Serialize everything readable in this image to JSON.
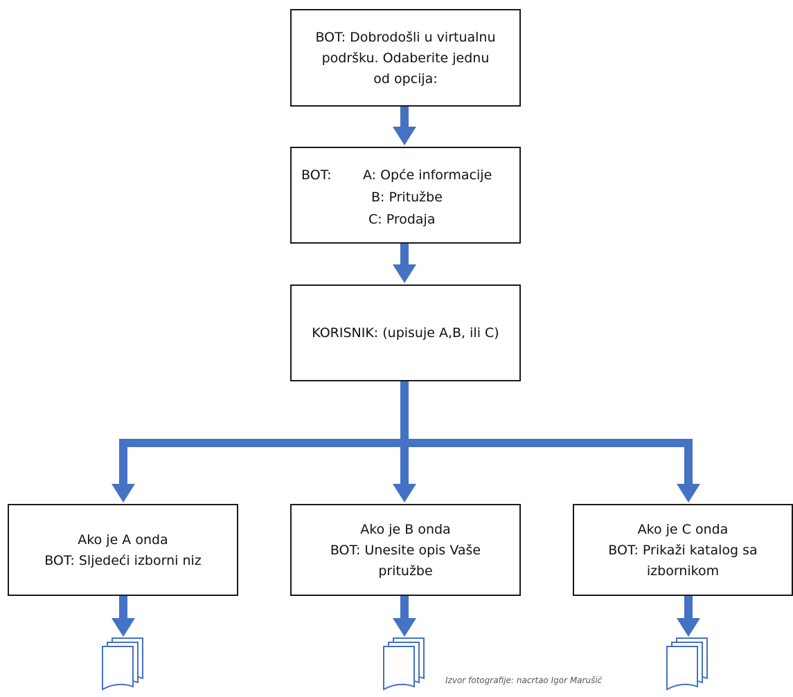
{
  "colors": {
    "arrow": "#4472C4",
    "box_border": "#1a1a1a",
    "text": "#111111",
    "credit": "#555555"
  },
  "nodes": {
    "welcome": {
      "lines": [
        "BOT: Dobrodošli u virtualnu",
        "podršku. Odaberite jednu",
        "od opcija:"
      ]
    },
    "menu": {
      "prefix": "BOT:",
      "options": [
        "A: Opće informacije",
        "B: Pritužbe",
        "C: Prodaja"
      ]
    },
    "user": {
      "text": "KORISNIK: (upisuje A,B, ili C)"
    },
    "branch_a": {
      "lines": [
        "Ako je A onda",
        "BOT: Sljedeći izborni niz"
      ]
    },
    "branch_b": {
      "lines": [
        "Ako je B onda",
        "BOT: Unesite opis Vaše",
        "pritužbe"
      ]
    },
    "branch_c": {
      "lines": [
        "Ako je C onda",
        "BOT: Prikaži katalog sa",
        "izbornikom"
      ]
    }
  },
  "document_icons": [
    "documents-icon",
    "documents-icon",
    "documents-icon"
  ],
  "credit": "Izvor fotografije: nacrtao Igor Marušić"
}
